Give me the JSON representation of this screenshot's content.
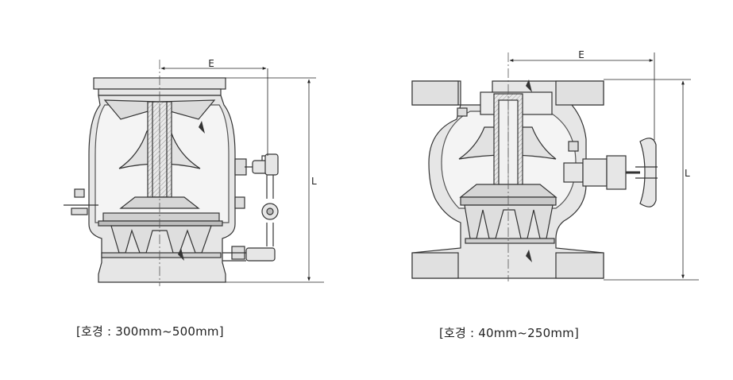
{
  "left_figure": {
    "dim_width": "E",
    "dim_height": "L",
    "caption": "[호경 : 300mm~500mm]"
  },
  "right_figure": {
    "dim_width": "E",
    "dim_height": "L",
    "caption": "[호경 : 40mm~250mm]"
  },
  "colors": {
    "body_fill": "#e6e6e6",
    "inner_fill": "#f4f4f4",
    "section_fill": "#cfcfcf",
    "outline": "#333333",
    "centerline": "#555555"
  }
}
